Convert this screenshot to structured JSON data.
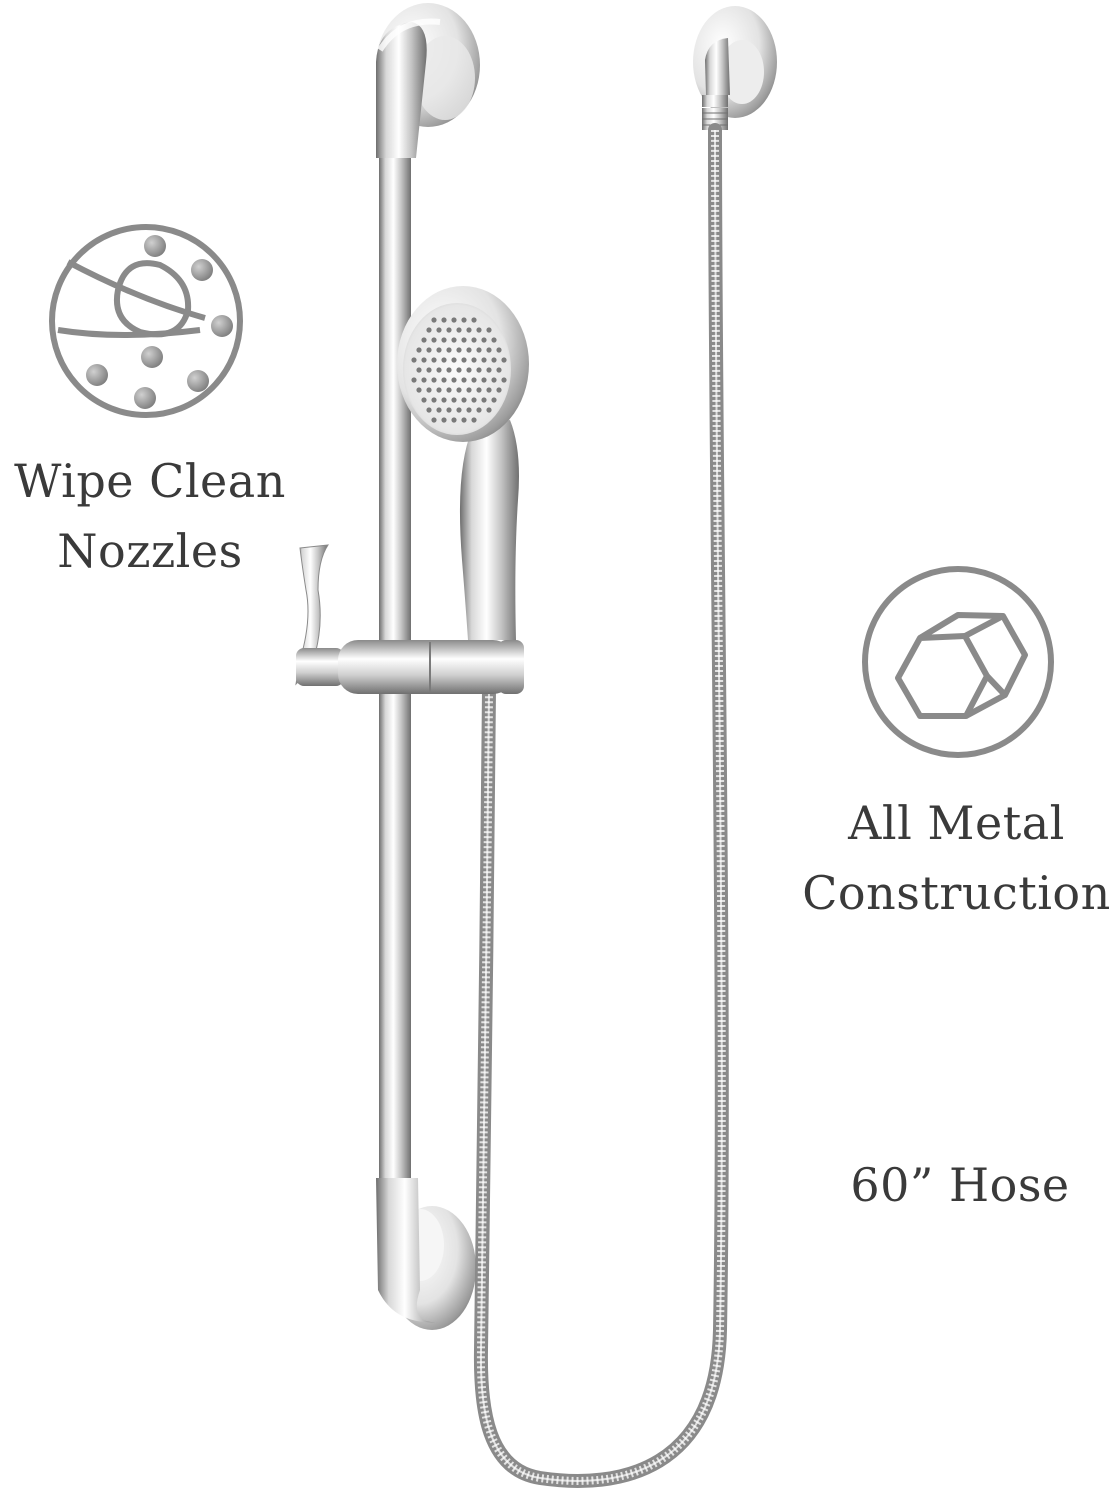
{
  "features": [
    {
      "id": "wipe-clean",
      "lines": [
        "Wipe Clean",
        "Nozzles"
      ],
      "icon": "nozzle-cleaning-icon"
    },
    {
      "id": "all-metal",
      "lines": [
        "All Metal",
        "Construction"
      ],
      "icon": "hexagon-bar-icon"
    },
    {
      "id": "hose",
      "lines": [
        "60” Hose"
      ]
    }
  ],
  "colors": {
    "icon_gray": "#8a8a8a",
    "text": "#3a3a3a",
    "chrome_light": "#f4f4f4",
    "chrome_dark": "#7d7d7d"
  }
}
